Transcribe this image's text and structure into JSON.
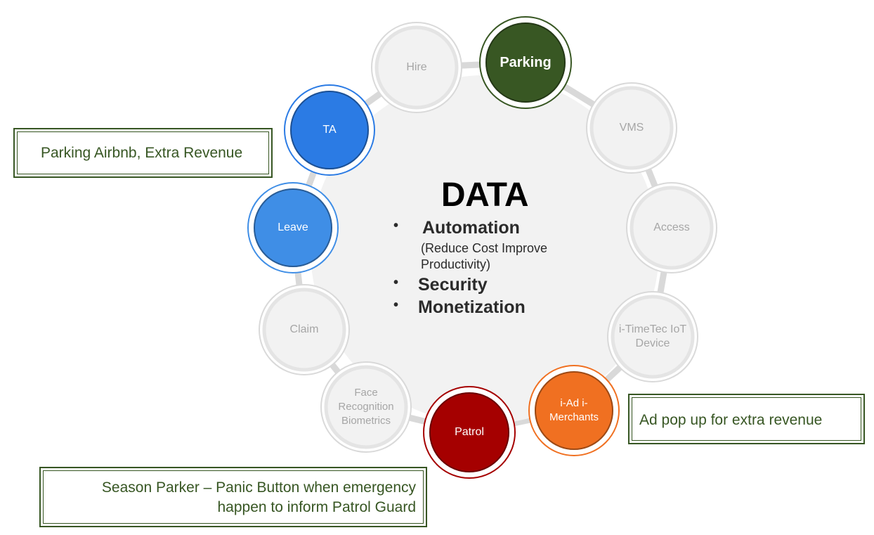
{
  "diagram": {
    "center": {
      "title": "DATA",
      "bullets": [
        {
          "label": "Automation",
          "sub": "(Reduce Cost Improve Productivity)"
        },
        {
          "label": "Security"
        },
        {
          "label": "Monetization"
        }
      ],
      "bullet_symbol": "•"
    },
    "nodes": [
      {
        "id": "parking",
        "label": "Parking",
        "fill": "#385723",
        "text_color": "#ffffff",
        "highlighted": true
      },
      {
        "id": "vms",
        "label": "VMS",
        "fill": "#f2f2f2",
        "text_color": "#a6a6a6",
        "highlighted": false
      },
      {
        "id": "access",
        "label": "Access",
        "fill": "#f2f2f2",
        "text_color": "#a6a6a6",
        "highlighted": false
      },
      {
        "id": "itimetec",
        "label": "i-TimeTec IoT Device",
        "fill": "#f2f2f2",
        "text_color": "#a6a6a6",
        "highlighted": false
      },
      {
        "id": "iad",
        "label": "i-Ad i-Merchants",
        "fill": "#f07021",
        "text_color": "#ffffff",
        "highlighted": true
      },
      {
        "id": "patrol",
        "label": "Patrol",
        "fill": "#a50000",
        "text_color": "#ffffff",
        "highlighted": true
      },
      {
        "id": "face",
        "label": "Face Recognition Biometrics",
        "fill": "#f2f2f2",
        "text_color": "#a6a6a6",
        "highlighted": false
      },
      {
        "id": "claim",
        "label": "Claim",
        "fill": "#f2f2f2",
        "text_color": "#a6a6a6",
        "highlighted": false
      },
      {
        "id": "leave",
        "label": "Leave",
        "fill": "#3f8ee6",
        "text_color": "#ffffff",
        "highlighted": true
      },
      {
        "id": "ta",
        "label": "TA",
        "fill": "#2b7be4",
        "text_color": "#ffffff",
        "highlighted": true
      },
      {
        "id": "hire",
        "label": "Hire",
        "fill": "#f2f2f2",
        "text_color": "#a6a6a6",
        "highlighted": false
      }
    ],
    "callouts": [
      {
        "id": "parking-airbnb",
        "text": "Parking Airbnb, Extra Revenue"
      },
      {
        "id": "ad-popup",
        "text": "Ad pop up for extra revenue"
      },
      {
        "id": "season-parker",
        "line1": "Season Parker – Panic Button when emergency",
        "line2": "happen to inform Patrol Guard"
      }
    ],
    "colors": {
      "ring": "#d9d9d9",
      "center_fill": "#f2f2f2",
      "callout_border": "#375623",
      "callout_text": "#375623"
    }
  }
}
